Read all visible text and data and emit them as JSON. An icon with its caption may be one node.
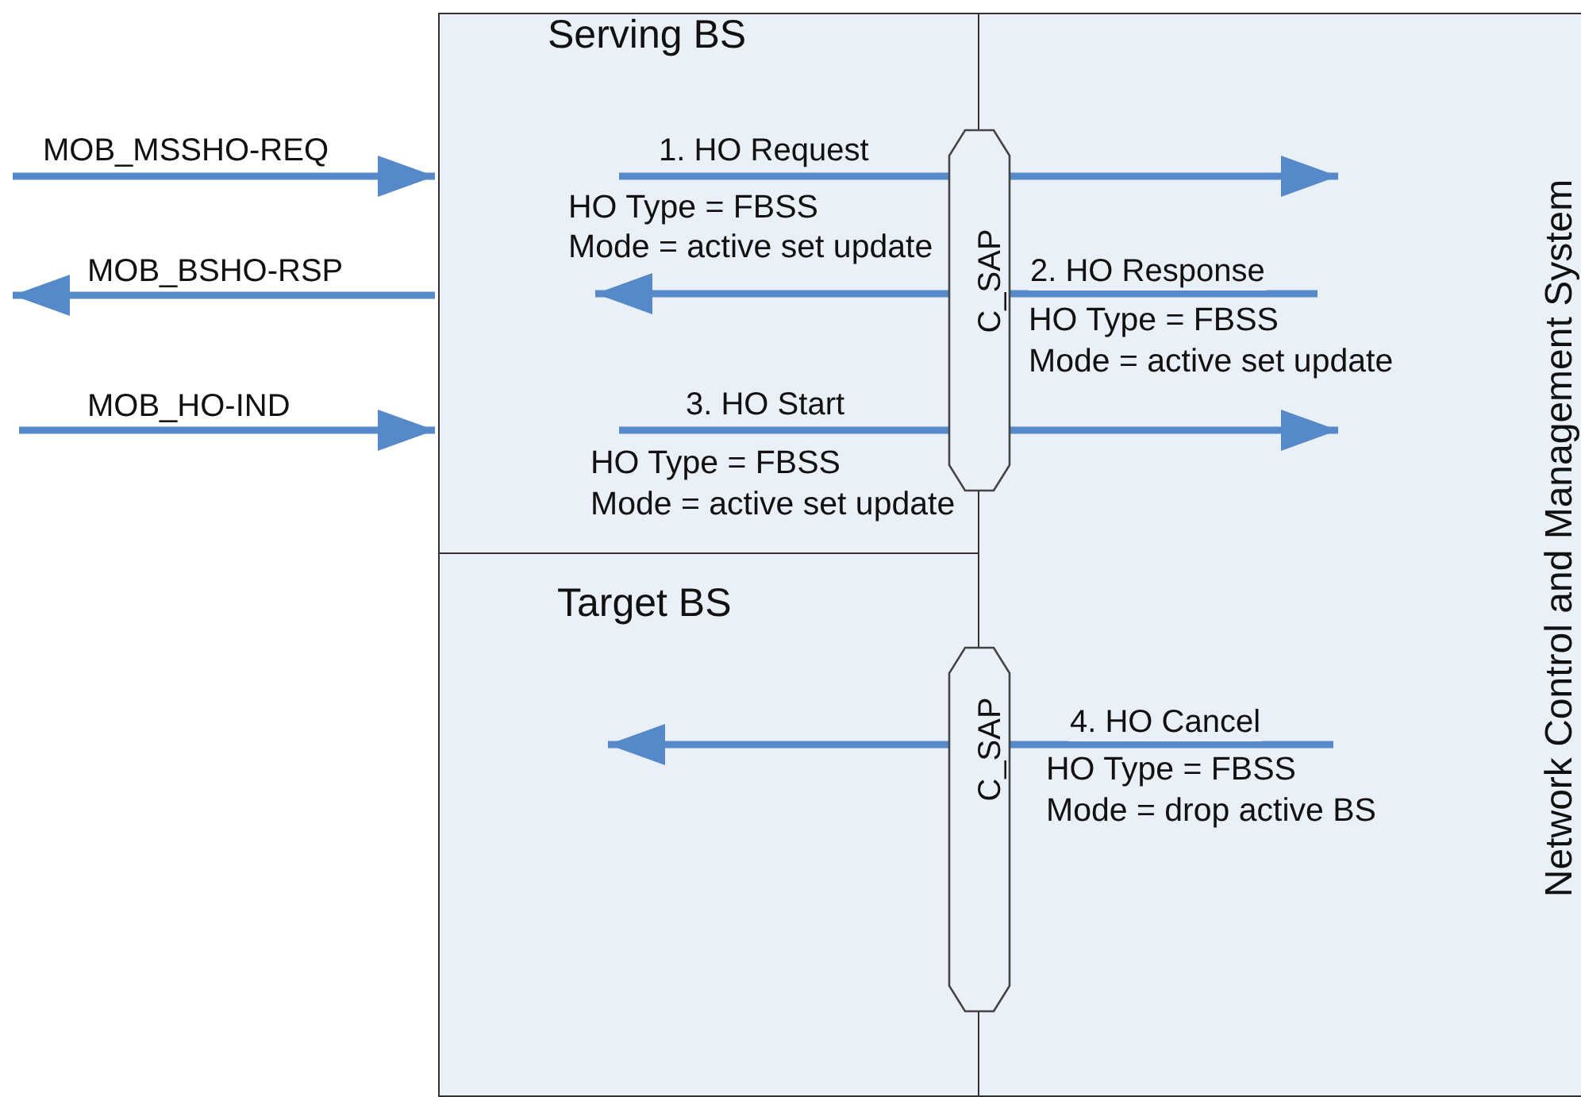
{
  "diagram": {
    "nodes": [
      {
        "text": [
          "Serving BS"
        ]
      },
      {
        "text": [
          "Target BS"
        ]
      },
      {
        "text": [
          "Network Control and Management System"
        ]
      },
      {
        "text": [
          "C_SAP"
        ]
      },
      {
        "text": [
          "C_SAP"
        ]
      }
    ],
    "edges": [
      {
        "from": null,
        "to": 0,
        "arrow": "to",
        "label": "MOB_MSSHO-REQ"
      },
      {
        "from": 0,
        "to": null,
        "arrow": "to",
        "label": "MOB_BSHO-RSP"
      },
      {
        "from": null,
        "to": 0,
        "arrow": "to",
        "label": "MOB_HO-IND"
      },
      {
        "from": 0,
        "to": 3,
        "arrow": "none",
        "label": "1. HO Request"
      },
      {
        "from": 3,
        "to": 2,
        "arrow": "to"
      },
      {
        "from": 2,
        "to": 3,
        "arrow": "none",
        "label": "2. HO Response"
      },
      {
        "from": 3,
        "to": 0,
        "arrow": "to"
      },
      {
        "from": 0,
        "to": 3,
        "arrow": "none",
        "label": "3. HO Start"
      },
      {
        "from": 3,
        "to": 2,
        "arrow": "to"
      },
      {
        "from": 2,
        "to": 4,
        "arrow": "none",
        "label": "4. HO Cancel"
      },
      {
        "from": 4,
        "to": 1,
        "arrow": "to"
      }
    ],
    "labels": [
      "HO Type = FBSS",
      "Mode = active set update",
      "HO Type = FBSS",
      "Mode = active set update",
      "HO Type = FBSS",
      "Mode = active set update",
      "HO Type = FBSS",
      "Mode = drop active BS"
    ]
  }
}
